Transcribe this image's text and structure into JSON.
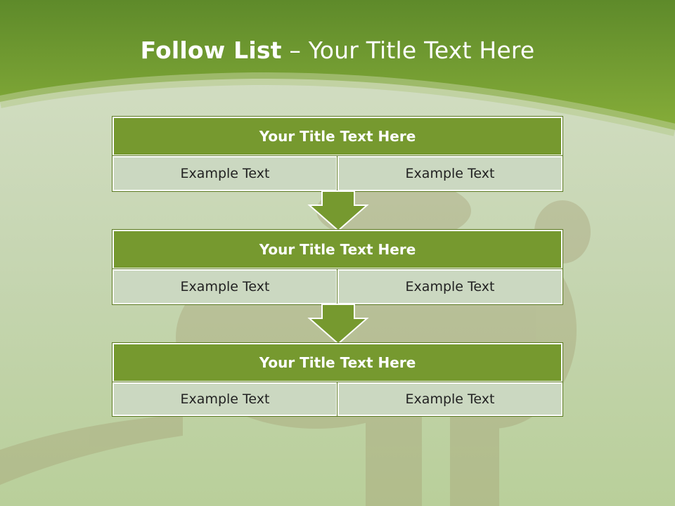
{
  "slide": {
    "title_bold": "Follow List",
    "title_rest": " – Your Title Text Here"
  },
  "steps": [
    {
      "title": "Your Title Text Here",
      "left": "Example Text",
      "right": "Example Text"
    },
    {
      "title": "Your Title Text Here",
      "left": "Example Text",
      "right": "Example Text"
    },
    {
      "title": "Your Title Text Here",
      "left": "Example Text",
      "right": "Example Text"
    }
  ],
  "colors": {
    "header_green": "#76992f",
    "cell_fill": "#cbd8c1",
    "background": "#c9d7b6"
  }
}
